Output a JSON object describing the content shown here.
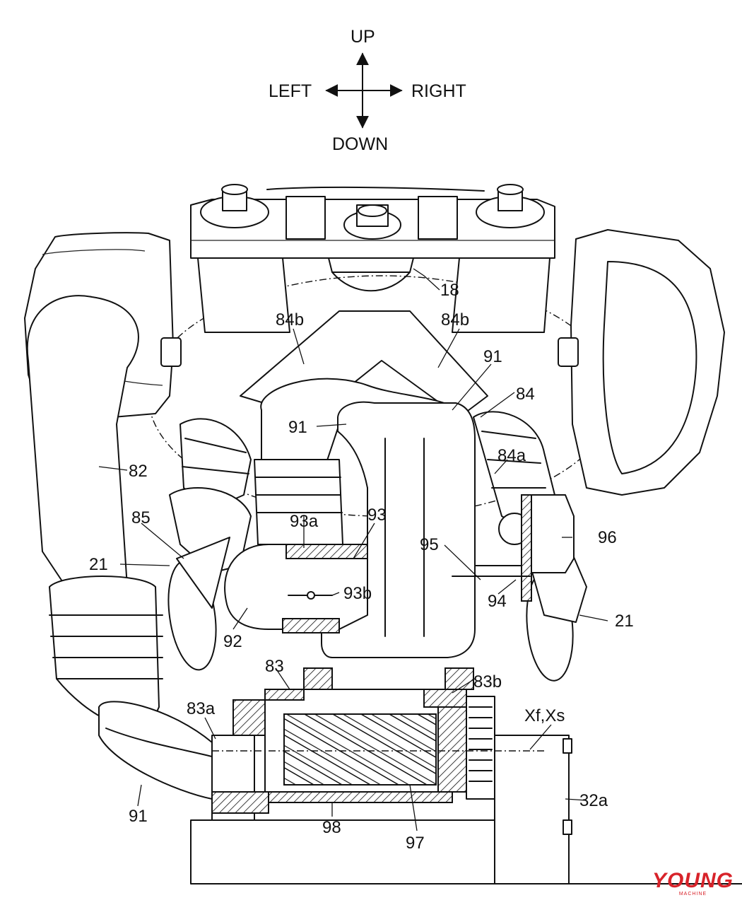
{
  "directions": {
    "up": "UP",
    "down": "DOWN",
    "left": "LEFT",
    "right": "RIGHT"
  },
  "labels": {
    "l18": "18",
    "l84b_left": "84b",
    "l84b_right": "84b",
    "l91_top_right": "91",
    "l84": "84",
    "l91_center": "91",
    "l84a": "84a",
    "l82": "82",
    "l85": "85",
    "l93a": "93a",
    "l93": "93",
    "l95": "95",
    "l96": "96",
    "l21_left": "21",
    "l93b": "93b",
    "l94": "94",
    "l21_right": "21",
    "l92": "92",
    "l83": "83",
    "l83b": "83b",
    "l83a": "83a",
    "lXfXs": "Xf,Xs",
    "l32a": "32a",
    "l91_bottom": "91",
    "l98": "98",
    "l97": "97"
  },
  "watermark": {
    "brand": "YOUNG",
    "sub": "MACHINE"
  }
}
